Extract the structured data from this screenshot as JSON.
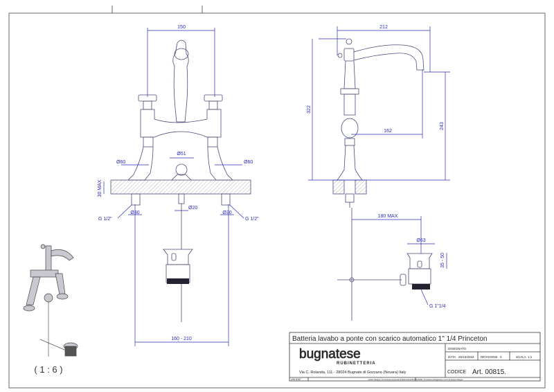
{
  "drawing": {
    "title": "Batteria lavabo a ponte con scarico automatico 1\" 1/4 Princeton",
    "company": {
      "logo_text": "bugnatese",
      "subtitle": "RUBINETTERIA",
      "address": "Via C. Rolanda, 111 - 28024 Bugnate di Gozzano (Novara) Italy"
    },
    "fields": {
      "disegnato_label": "DISEGNATO",
      "data_label": "DATA",
      "data_value": "25/10/2018",
      "revisione_label": "REVISIONE",
      "revisione_value": "0",
      "scala_label": "SCALA",
      "scala_value": "1:1",
      "codice_label": "CODICE",
      "codice_value": "Art. 00815."
    },
    "footer": {
      "standard": "UNI 8187",
      "notice": "questo disegno è di esclusiva proprietà di Rubinetteria BUGNATESE. È vietata la divulgazione a terzi di questo disegno"
    },
    "iso_scale": "( 1 : 6 )",
    "front_view": {
      "dims": {
        "width_top": "150",
        "dia_left": "Ø60",
        "dia_center": "Ø51",
        "dia_right": "Ø60",
        "thickness": "30 MAX",
        "dia_pipe_left": "Ø30",
        "dia_rod": "Ø20",
        "dia_pipe_right": "Ø30",
        "thread_left": "G 1/2\"",
        "thread_right": "G 1/2\"",
        "width_bottom": "160 - 210"
      }
    },
    "side_view": {
      "dims": {
        "reach": "212",
        "height": "322",
        "spout_height": "243",
        "spout_reach": "162",
        "rod_max": "180 MAX",
        "waste_dia": "Ø63",
        "waste_height": "35 - 50",
        "waste_thread": "G 1\"1/4"
      }
    },
    "colors": {
      "outline": "#4a4a7a",
      "dimension": "#2a2ab8",
      "frame": "#555555"
    }
  }
}
